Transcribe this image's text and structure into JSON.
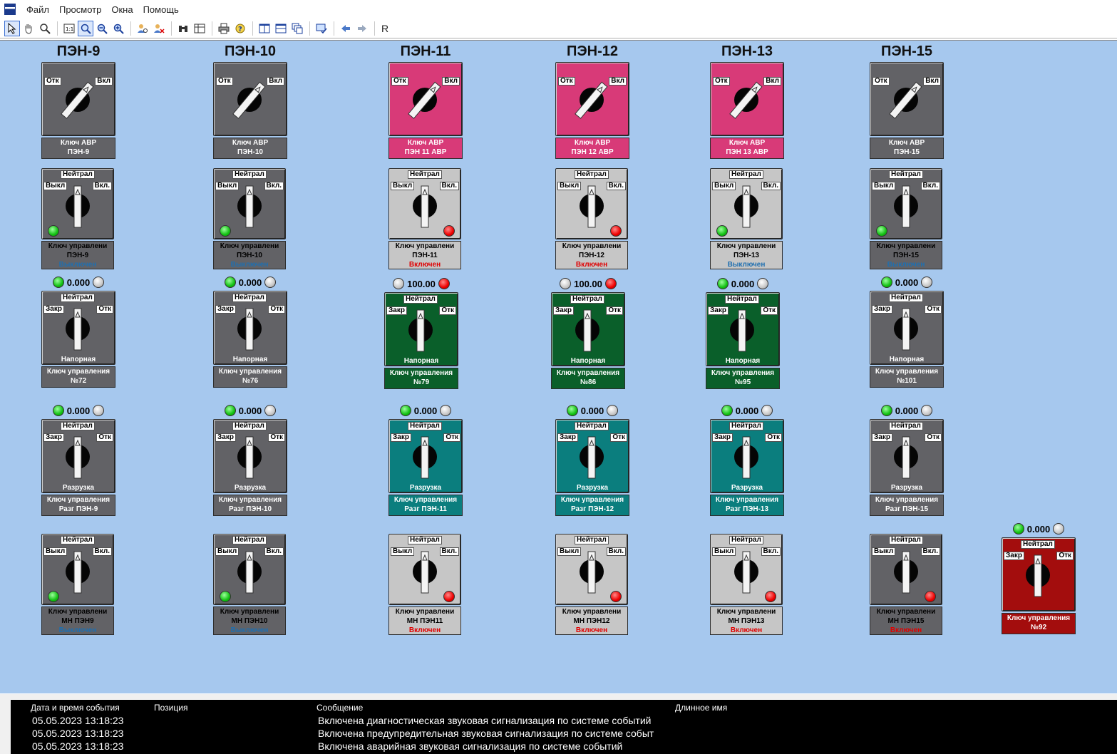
{
  "menu": [
    "Файл",
    "Просмотр",
    "Окна",
    "Помощь"
  ],
  "toolbar": {
    "r_label": "R"
  },
  "colors": {
    "gray_face": "#626266",
    "light_face": "#c6c6c6",
    "pink_face": "#d83a78",
    "green_face": "#0a5f2a",
    "teal_face": "#0b7e7e",
    "red_face": "#a30d0d",
    "canvas": "#a6c8ee"
  },
  "columns": [
    {
      "title": "ПЭН-9",
      "avr": {
        "caption1": "Ключ АВР",
        "caption2": "ПЭН-9",
        "face": "gray"
      },
      "ctrl": {
        "caption1": "Ключ управлени",
        "caption2": "ПЭН-9",
        "status": "Выключен",
        "led": "green",
        "face": "gray"
      },
      "press": {
        "value": "0.000",
        "led_left": "green",
        "led_right": "gray",
        "label": "Напорная",
        "caption1": "Ключ управления",
        "caption2": "№72",
        "face": "gray"
      },
      "unload": {
        "value": "0.000",
        "led_left": "green",
        "led_right": "gray",
        "label": "Разрузка",
        "caption1": "Ключ управления",
        "caption2": "Разг ПЭН-9",
        "face": "gray"
      },
      "mn": {
        "caption1": "Ключ управлени",
        "caption2": "МН ПЭН9",
        "status": "Выключен",
        "led": "green",
        "face": "gray"
      }
    },
    {
      "title": "ПЭН-10",
      "avr": {
        "caption1": "Ключ АВР",
        "caption2": "ПЭН-10",
        "face": "gray"
      },
      "ctrl": {
        "caption1": "Ключ управлени",
        "caption2": "ПЭН-10",
        "status": "Выключен",
        "led": "green",
        "face": "gray"
      },
      "press": {
        "value": "0.000",
        "led_left": "green",
        "led_right": "gray",
        "label": "Напорная",
        "caption1": "Ключ управления",
        "caption2": "№76",
        "face": "gray"
      },
      "unload": {
        "value": "0.000",
        "led_left": "green",
        "led_right": "gray",
        "label": "Разрузка",
        "caption1": "Ключ управления",
        "caption2": "Разг ПЭН-10",
        "face": "gray"
      },
      "mn": {
        "caption1": "Ключ управлени",
        "caption2": "МН ПЭН10",
        "status": "Выключен",
        "led": "green",
        "face": "gray"
      }
    },
    {
      "title": "ПЭН-11",
      "avr": {
        "caption1": "Ключ АВР",
        "caption2": "ПЭН 11 АВР",
        "face": "pink"
      },
      "ctrl": {
        "caption1": "Ключ управлени",
        "caption2": "ПЭН-11",
        "status": "Включен",
        "led": "red",
        "face": "light"
      },
      "press": {
        "value": "100.00",
        "led_left": "gray",
        "led_right": "red",
        "label": "Напорная",
        "caption1": "Ключ управления",
        "caption2": "№79",
        "face": "green"
      },
      "unload": {
        "value": "0.000",
        "led_left": "green",
        "led_right": "gray",
        "label": "Разрузка",
        "caption1": "Ключ управления",
        "caption2": "Разг ПЭН-11",
        "face": "teal"
      },
      "mn": {
        "caption1": "Ключ управлени",
        "caption2": "МН ПЭН11",
        "status": "Включен",
        "led": "red",
        "face": "light"
      }
    },
    {
      "title": "ПЭН-12",
      "avr": {
        "caption1": "Ключ АВР",
        "caption2": "ПЭН 12 АВР",
        "face": "pink"
      },
      "ctrl": {
        "caption1": "Ключ управлени",
        "caption2": "ПЭН-12",
        "status": "Включен",
        "led": "red",
        "face": "light"
      },
      "press": {
        "value": "100.00",
        "led_left": "gray",
        "led_right": "red",
        "label": "Напорная",
        "caption1": "Ключ управления",
        "caption2": "№86",
        "face": "green"
      },
      "unload": {
        "value": "0.000",
        "led_left": "green",
        "led_right": "gray",
        "label": "Разрузка",
        "caption1": "Ключ управления",
        "caption2": "Разг ПЭН-12",
        "face": "teal"
      },
      "mn": {
        "caption1": "Ключ управлени",
        "caption2": "МН ПЭН12",
        "status": "Включен",
        "led": "red",
        "face": "light"
      }
    },
    {
      "title": "ПЭН-13",
      "avr": {
        "caption1": "Ключ АВР",
        "caption2": "ПЭН 13 АВР",
        "face": "pink"
      },
      "ctrl": {
        "caption1": "Ключ управлени",
        "caption2": "ПЭН-13",
        "status": "Выключен",
        "led": "green",
        "face": "light"
      },
      "press": {
        "value": "0.000",
        "led_left": "green",
        "led_right": "gray",
        "label": "Напорная",
        "caption1": "Ключ управления",
        "caption2": "№95",
        "face": "green"
      },
      "unload": {
        "value": "0.000",
        "led_left": "green",
        "led_right": "gray",
        "label": "Разрузка",
        "caption1": "Ключ управления",
        "caption2": "Разг ПЭН-13",
        "face": "teal"
      },
      "mn": {
        "caption1": "Ключ управлени",
        "caption2": "МН ПЭН13",
        "status": "Включен",
        "led": "red",
        "face": "light"
      }
    },
    {
      "title": "ПЭН-15",
      "avr": {
        "caption1": "Ключ АВР",
        "caption2": "ПЭН-15",
        "face": "gray"
      },
      "ctrl": {
        "caption1": "Ключ управлени",
        "caption2": "ПЭН-15",
        "status": "Выключен",
        "led": "green",
        "face": "gray"
      },
      "press": {
        "value": "0.000",
        "led_left": "green",
        "led_right": "gray",
        "label": "Напорная",
        "caption1": "Ключ управления",
        "caption2": "№101",
        "face": "gray"
      },
      "unload": {
        "value": "0.000",
        "led_left": "green",
        "led_right": "gray",
        "label": "Разрузка",
        "caption1": "Ключ управления",
        "caption2": "Разг ПЭН-15",
        "face": "gray"
      },
      "mn": {
        "caption1": "Ключ управлени",
        "caption2": "МН ПЭН15",
        "status": "Включен",
        "led": "red",
        "face": "gray"
      }
    }
  ],
  "extra": {
    "value": "0.000",
    "led_left": "green",
    "led_right": "gray",
    "caption1": "Ключ управления",
    "caption2": "№92",
    "face": "red"
  },
  "switch_labels": {
    "off_open": "Отк",
    "on": "Вкл",
    "neutral": "Нейтрал",
    "off": "Выкл",
    "on2": "Вкл.",
    "close": "Закр"
  },
  "log": {
    "headers": [
      "Дата и время события",
      "Позиция",
      "Сообщение",
      "Длинное имя"
    ],
    "rows": [
      {
        "time": "05.05.2023 13:18:23",
        "message": "Включена диагностическая звуковая сигнализация по системе событий"
      },
      {
        "time": "05.05.2023 13:18:23",
        "message": "Включена предупредительная звуковая сигнализация по системе событ"
      },
      {
        "time": "05.05.2023 13:18:23",
        "message": "Включена аварийная звуковая сигнализация по системе событий"
      }
    ]
  }
}
